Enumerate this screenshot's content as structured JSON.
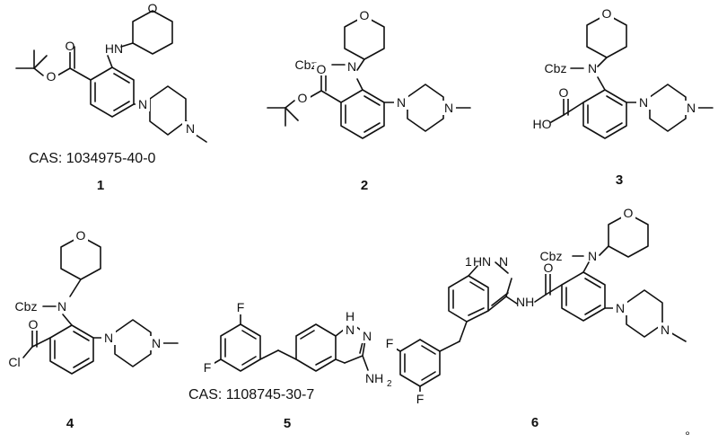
{
  "labels": {
    "O": "O",
    "HN": "HN",
    "N": "N",
    "Cbz": "Cbz",
    "HO": "HO",
    "Cl": "Cl",
    "F": "F",
    "NH": "NH",
    "N_sub": "N",
    "H": "H",
    "NH2_main": "NH",
    "NH2_sub": "2",
    "HN_pyrazole": "1",
    "dot": "°"
  },
  "compounds": [
    {
      "number": "1",
      "cas": "CAS: 1034975-40-0"
    },
    {
      "number": "2"
    },
    {
      "number": "3"
    },
    {
      "number": "4"
    },
    {
      "number": "5",
      "cas": "CAS: 1108745-30-7"
    },
    {
      "number": "6"
    }
  ]
}
